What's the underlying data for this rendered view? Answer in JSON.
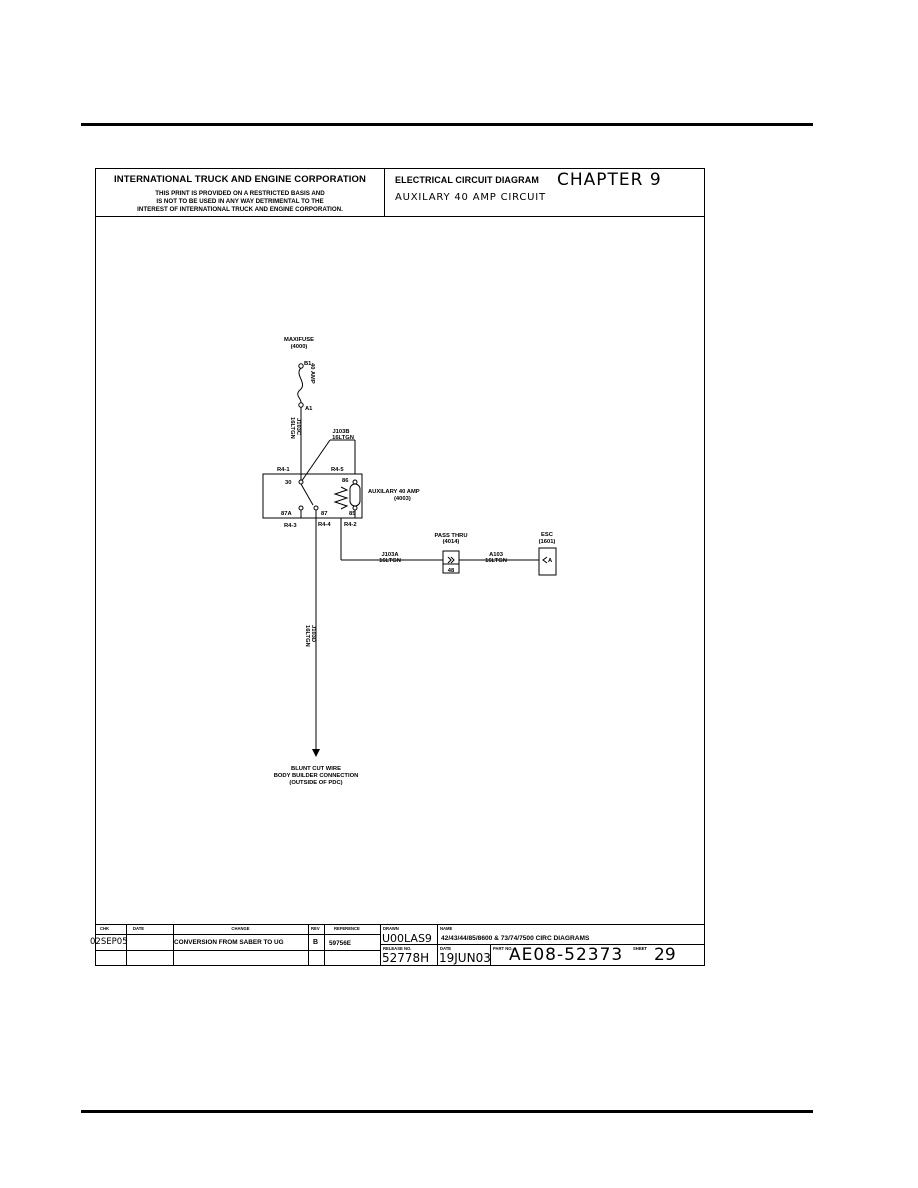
{
  "header": {
    "company": "INTERNATIONAL TRUCK AND ENGINE CORPORATION",
    "notice_lines": [
      "THIS PRINT IS PROVIDED ON A RESTRICTED BASIS AND",
      "IS NOT TO BE USED IN ANY WAY DETRIMENTAL TO THE",
      "INTEREST OF INTERNATIONAL TRUCK AND ENGINE CORPORATION."
    ],
    "diagram_type": "ELECTRICAL CIRCUIT DIAGRAM",
    "chapter": "CHAPTER 9",
    "circuit_title": "AUXILARY 40 AMP CIRCUIT"
  },
  "diagram": {
    "maxifuse_name": "MAXIFUSE",
    "maxifuse_id": "(4000)",
    "fuse_pin_b": "B1",
    "fuse_pin_a": "A1",
    "fuse_rating": "40 AMP",
    "wire_j103c": "J103C",
    "wire_j103c_spec": "16LTGN",
    "wire_j103b": "J103B",
    "wire_j103b_spec": "16LTGN",
    "r4_1": "R4-1",
    "r4_5": "R4-5",
    "r4_3": "R4-3",
    "r4_4": "R4-4",
    "r4_2": "R4-2",
    "pin_30": "30",
    "pin_86": "86",
    "pin_87a": "87A",
    "pin_87": "87",
    "pin_85": "85",
    "relay_name": "AUXILARY 40 AMP",
    "relay_id": "(4003)",
    "wire_j103a": "J103A",
    "wire_j103a_spec": "16LTGN",
    "pass_thru_name": "PASS THRU",
    "pass_thru_id": "(4014)",
    "pass_thru_pin": "48",
    "wire_a103": "A103",
    "wire_a103_spec": "16LTGN",
    "esc_name": "ESC",
    "esc_id": "(1601)",
    "esc_pin": "A",
    "wire_j103d": "J103D",
    "wire_j103d_spec": "16LTGN",
    "termination_lines": [
      "BLUNT CUT WIRE",
      "BODY BUILDER CONNECTION",
      "(OUTSIDE OF PDC)"
    ]
  },
  "title_block": {
    "col_chk": "CHK",
    "col_date": "DATE",
    "col_change": "CHANGE",
    "col_rev": "REV",
    "col_reference": "REFERENCE",
    "row_chk": "",
    "row_date": "02SEP05",
    "row_change": "CONVERSION FROM SABER TO UG",
    "row_rev": "B",
    "row_reference": "59756E",
    "drawn_label": "DRAWN",
    "drawn_value": "U00LAS9",
    "name_label": "NAME",
    "name_value": "42/43/44/85/8600 & 73/74/7500 CIRC DIAGRAMS",
    "release_label": "RELEASE NO.",
    "release_value": "52778H",
    "date_label": "DATE",
    "date_value": "19JUN03",
    "part_label": "PART NO.",
    "part_value": "AE08-52373",
    "sheet_label": "SHEET",
    "sheet_value": "29"
  }
}
